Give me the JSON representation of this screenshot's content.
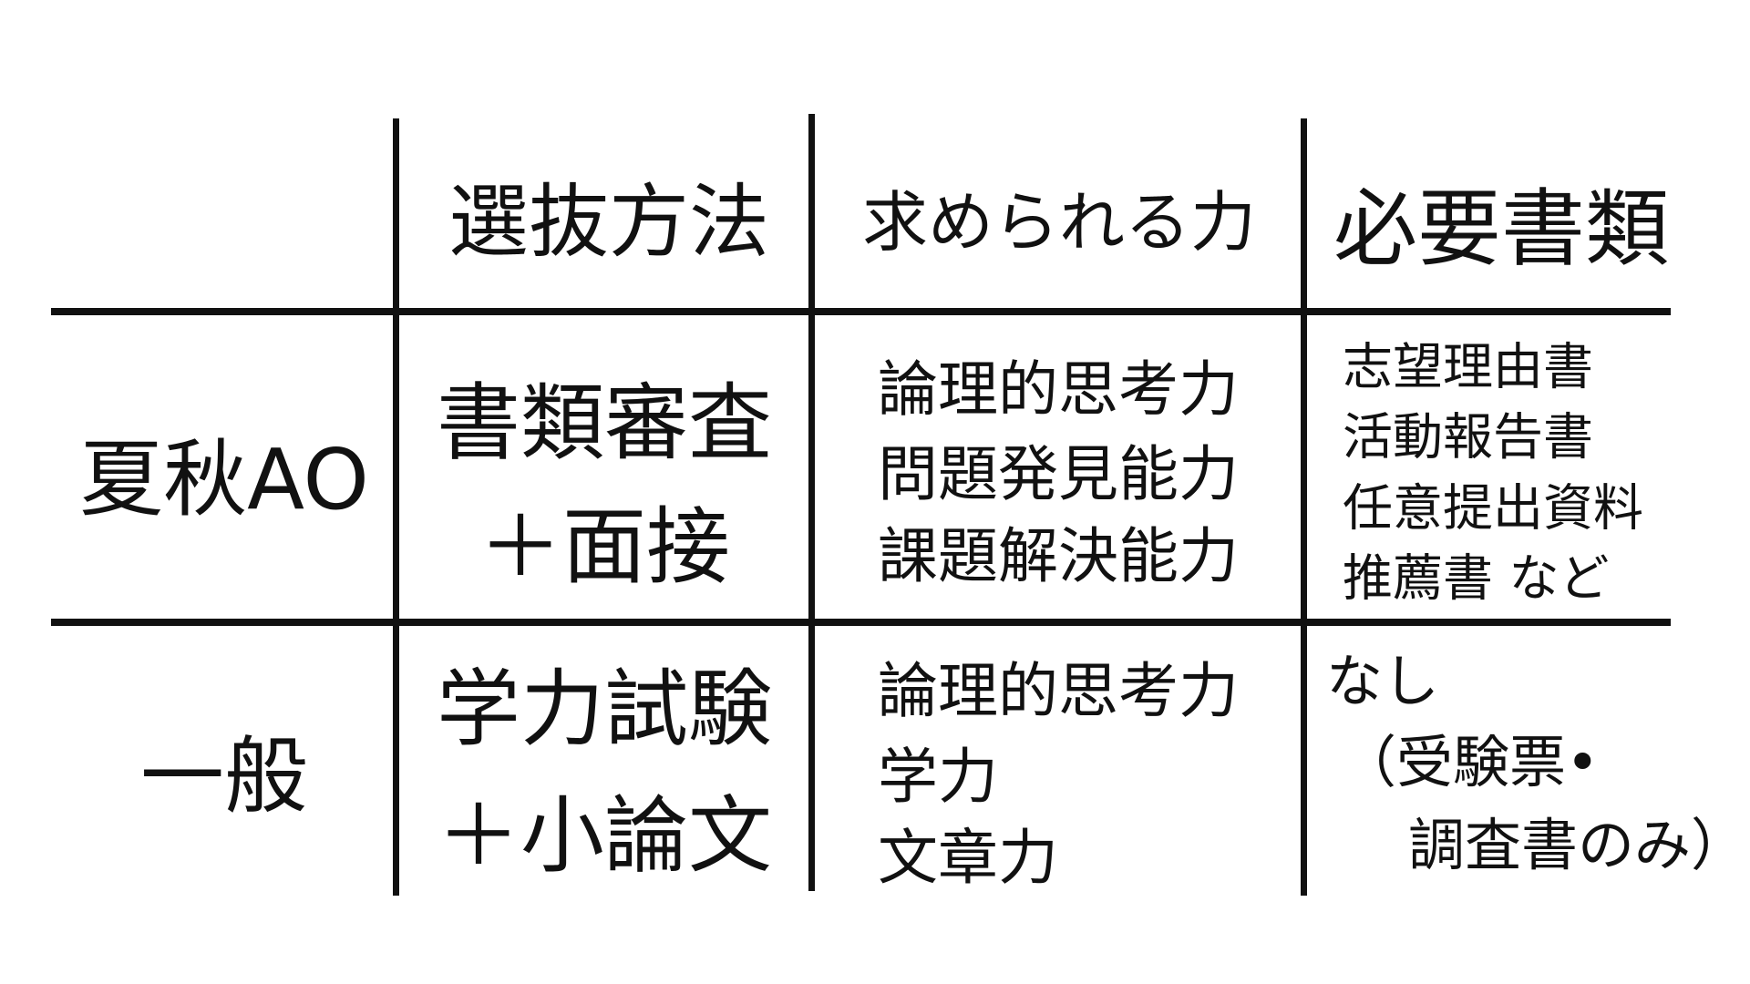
{
  "header": {
    "method": "選抜方法",
    "ability": "求められる力",
    "documents": "必要書類"
  },
  "rows": [
    {
      "label": "夏秋AO",
      "method": [
        "書類審査",
        "＋面接"
      ],
      "abilities": [
        "論理的思考力",
        "問題発見能力",
        "課題解決能力"
      ],
      "documents": [
        "志望理由書",
        "活動報告書",
        "任意提出資料",
        "推薦書 など"
      ]
    },
    {
      "label": "一般",
      "method": [
        "学力試験",
        "＋小論文"
      ],
      "abilities": [
        "論理的思考力",
        "学力",
        "文章力"
      ],
      "documents": [
        "なし",
        "（受験票•",
        "調査書のみ）"
      ]
    }
  ]
}
